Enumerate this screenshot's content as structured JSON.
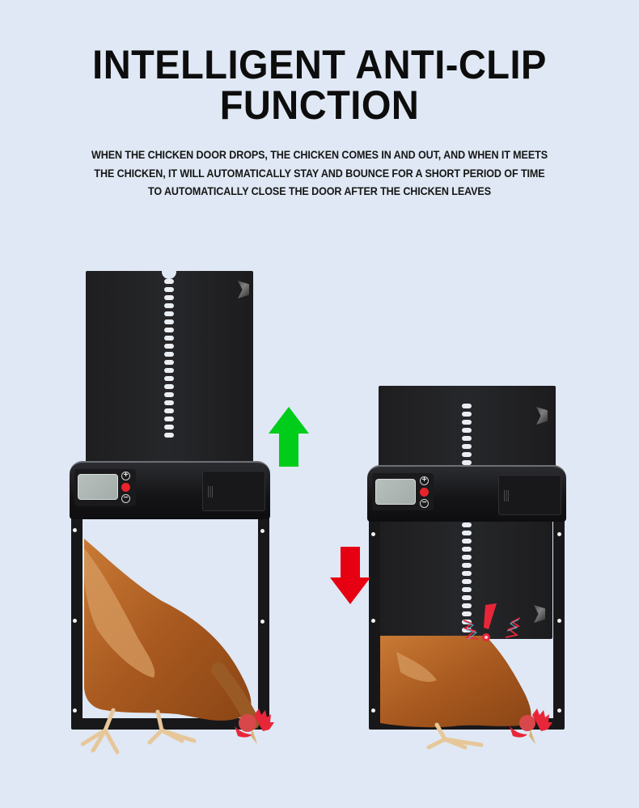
{
  "header": {
    "title_line1": "INTELLIGENT ANTI-CLIP",
    "title_line2": "FUNCTION",
    "description_line1": "WHEN THE CHICKEN DOOR DROPS, THE CHICKEN COMES IN AND OUT, AND WHEN IT MEETS",
    "description_line2": "THE CHICKEN, IT WILL AUTOMATICALLY STAY AND BOUNCE FOR A SHORT PERIOD OF TIME",
    "description_line3": "TO AUTOMATICALLY CLOSE THE DOOR AFTER THE CHICKEN LEAVES"
  },
  "devices": [
    {
      "state": "door-raised",
      "arrow": {
        "direction": "up",
        "color": "#00cc1a"
      },
      "controls": {
        "plus_symbol": "+",
        "minus_symbol": "−"
      }
    },
    {
      "state": "door-lowered-stopped-by-chicken",
      "arrow": {
        "direction": "down",
        "color": "#e60012"
      },
      "controls": {
        "plus_symbol": "+",
        "minus_symbol": "−"
      },
      "alert_symbol": "!"
    }
  ],
  "colors": {
    "background": "#dfe8f4",
    "device_body": "#18181a",
    "button_red": "#e8232a",
    "arrow_up": "#00cc1a",
    "arrow_down": "#e60012"
  }
}
